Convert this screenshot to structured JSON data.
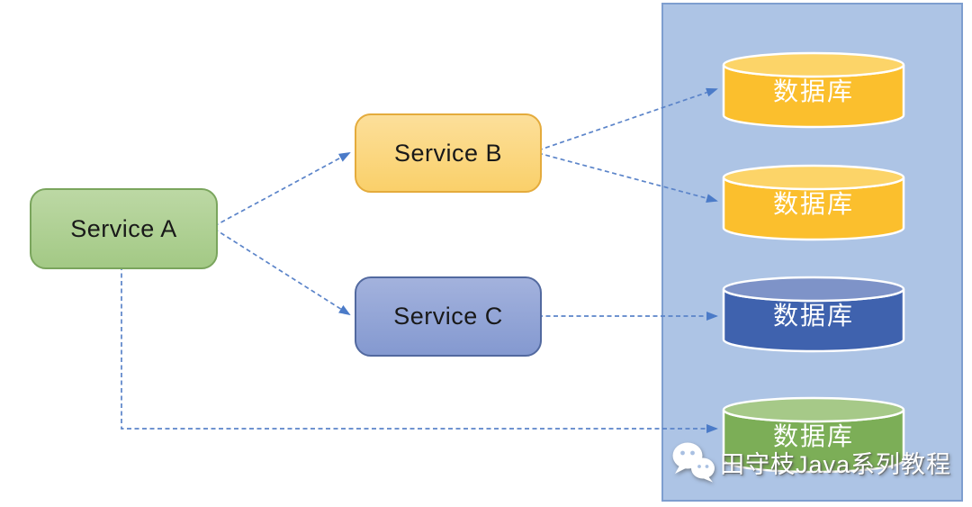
{
  "diagram": {
    "type": "service-to-database architecture diagram",
    "services": [
      {
        "id": "service-a",
        "label": "Service A",
        "fill": "#a9ce8e",
        "border": "#7aa55d"
      },
      {
        "id": "service-b",
        "label": "Service B",
        "fill": "#fbd77e",
        "border": "#e4ab3c"
      },
      {
        "id": "service-c",
        "label": "Service C",
        "fill": "#8f9fd4",
        "border": "#52699f"
      }
    ],
    "databases": [
      {
        "id": "database-1",
        "label": "数据库",
        "color": "#fbbf2d"
      },
      {
        "id": "database-2",
        "label": "数据库",
        "color": "#fbbf2d"
      },
      {
        "id": "database-3",
        "label": "数据库",
        "color": "#3f62ae"
      },
      {
        "id": "database-4",
        "label": "数据库",
        "color": "#7cae57"
      }
    ],
    "edges": [
      {
        "from": "service-a",
        "to": "service-b",
        "style": "dashed-arrow"
      },
      {
        "from": "service-a",
        "to": "service-c",
        "style": "dashed-arrow"
      },
      {
        "from": "service-b",
        "to": "database-1",
        "style": "dashed-arrow"
      },
      {
        "from": "service-b",
        "to": "database-2",
        "style": "dashed-arrow"
      },
      {
        "from": "service-c",
        "to": "database-3",
        "style": "dashed-arrow"
      },
      {
        "from": "service-a",
        "to": "database-4",
        "style": "dashed-arrow-elbow"
      }
    ],
    "panel": {
      "fill": "#adc4e5",
      "border": "#7e9ecf"
    },
    "arrow_color": "#4b7bc8",
    "watermark": {
      "icon": "wechat-icon",
      "text": "田守枝Java系列教程"
    }
  }
}
